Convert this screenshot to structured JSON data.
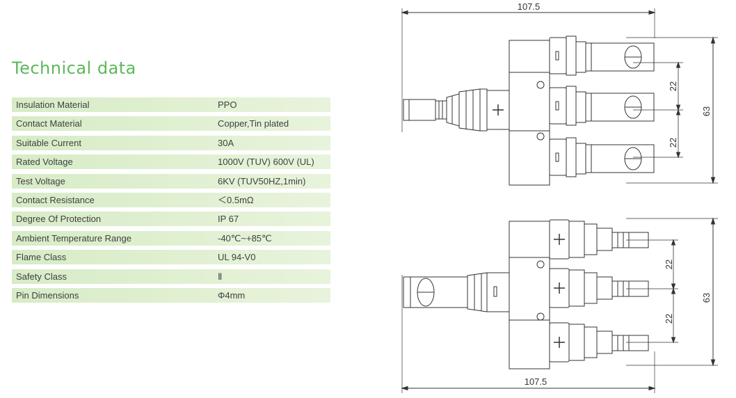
{
  "title": "Technical data",
  "specs": [
    {
      "label": "Insulation Material",
      "value": "PPO"
    },
    {
      "label": "Contact Material",
      "value": "Copper,Tin plated"
    },
    {
      "label": "Suitable Current",
      "value": "30A"
    },
    {
      "label": "Rated Voltage",
      "value": "1000V (TUV)  600V (UL)"
    },
    {
      "label": "Test Voltage",
      "value": "6KV (TUV50HZ,1min)"
    },
    {
      "label": "Contact Resistance",
      "value": "＜0.5mΩ"
    },
    {
      "label": "Degree Of Protection",
      "value": "IP 67"
    },
    {
      "label": "Ambient Temperature Range",
      "value": "-40℃~+85℃"
    },
    {
      "label": "Flame Class",
      "value": "UL 94-V0"
    },
    {
      "label": "Safety Class",
      "value": "Ⅱ"
    },
    {
      "label": "Pin Dimensions",
      "value": "Φ4mm"
    }
  ],
  "drawing_top": {
    "width": "107.5",
    "height": "63",
    "pitch_1": "22",
    "pitch_2": "22"
  },
  "drawing_bottom": {
    "width": "107.5",
    "height": "63",
    "pitch_1": "22",
    "pitch_2": "22"
  }
}
